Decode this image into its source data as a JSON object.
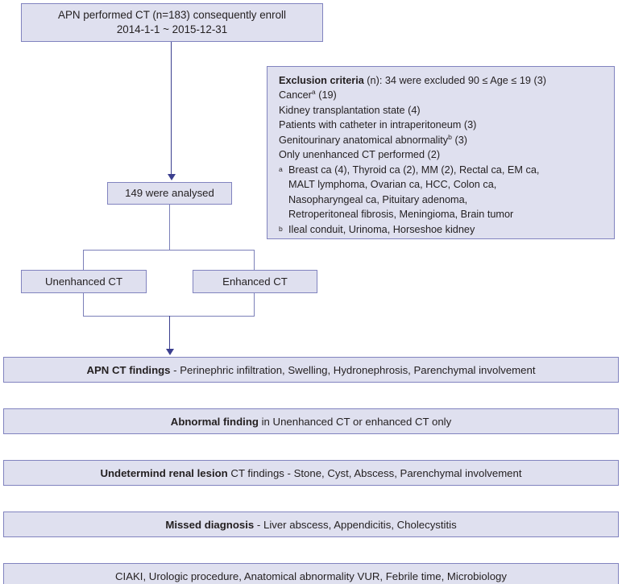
{
  "diagram": {
    "title": "APN CT study enrollment flowchart",
    "colors": {
      "box_fill": "#dfe0ef",
      "box_border": "#8183bf",
      "connector": "#3b3f8f",
      "text": "#231f20"
    }
  },
  "enrollment": {
    "line1": "APN performed CT (n=183) consequently enroll",
    "line2": "2014-1-1 ~ 2015-12-31"
  },
  "analysed": {
    "label": "149 were analysed"
  },
  "arms": {
    "unenhanced": "Unenhanced CT",
    "enhanced": "Enhanced  CT"
  },
  "exclusion": {
    "heading": "Exclusion criteria",
    "heading_rest": " (n): 34 were excluded 90 ≤ Age ≤ 19 (3)",
    "items": [
      "Cancer",
      "Kidney transplantation state (4)",
      "Patients with catheter in intraperitoneum (3)",
      "Genitourinary anatomical abnormality",
      "Only unenhanced CT performed (2)"
    ],
    "cancer_sup": "a",
    "cancer_count": " (19)",
    "genitourinary_sup": "b",
    "genitourinary_count": " (3)",
    "footnote_a_mark": "a",
    "footnote_a_lines": [
      "Breast ca (4), Thyroid ca (2), MM (2), Rectal ca, EM ca,",
      "MALT lymphoma, Ovarian ca, HCC, Colon ca,",
      "Nasopharyngeal ca, Pituitary adenoma,",
      "Retroperitoneal fibrosis, Meningioma, Brain tumor"
    ],
    "footnote_b_mark": "b",
    "footnote_b_text": "Ileal conduit, Urinoma, Horseshoe kidney"
  },
  "results": [
    {
      "bold": "APN CT findings",
      "rest": " - Perinephric infiltration, Swelling, Hydronephrosis, Parenchymal involvement"
    },
    {
      "bold": "Abnormal finding",
      "rest": " in Unenhanced CT or enhanced CT only"
    },
    {
      "bold": "Undetermind renal lesion",
      "rest": " CT findings - Stone, Cyst, Abscess, Parenchymal involvement"
    },
    {
      "bold": "Missed diagnosis",
      "rest": " - Liver abscess, Appendicitis, Cholecystitis"
    },
    {
      "bold": "",
      "rest": "CIAKI, Urologic procedure, Anatomical abnormality VUR, Febrile time, Microbiology"
    }
  ]
}
